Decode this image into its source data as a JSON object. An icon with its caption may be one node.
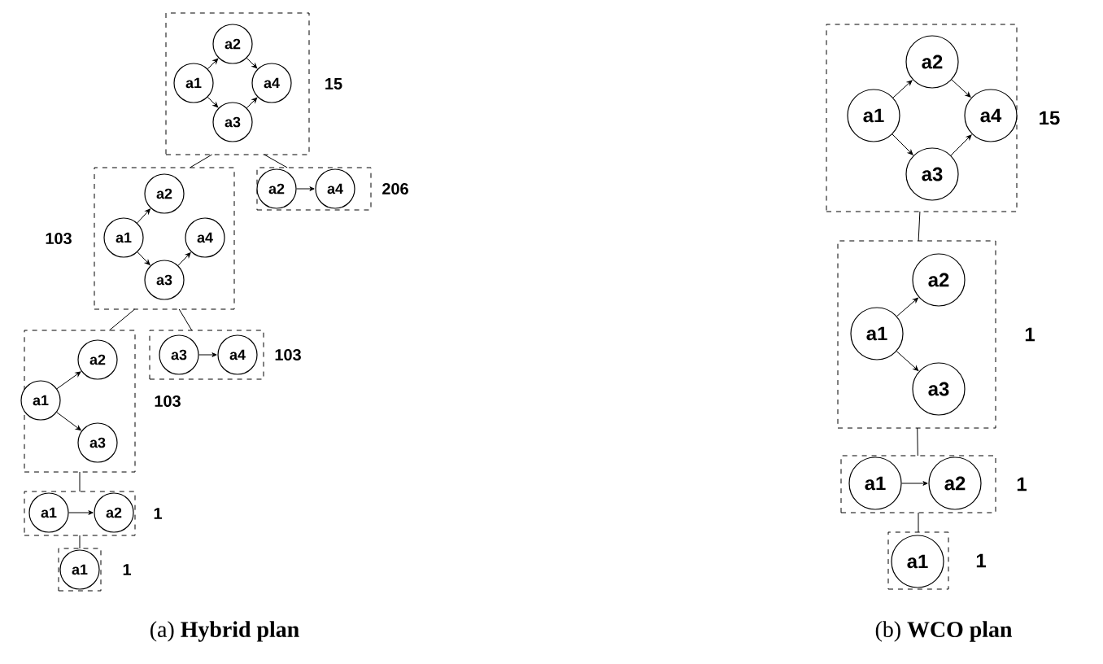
{
  "diagram": {
    "nodes": [
      {
        "text": [],
        "shape": "box",
        "beside": [
          "15"
        ]
      },
      {
        "text": [
          "a2"
        ],
        "in": 0
      },
      {
        "text": [
          "a1"
        ],
        "in": 0
      },
      {
        "text": [
          "a4"
        ],
        "in": 0
      },
      {
        "text": [
          "a3"
        ],
        "in": 0
      },
      {
        "text": [],
        "shape": "box",
        "beside": [
          "206"
        ]
      },
      {
        "text": [
          "a2"
        ],
        "in": 5
      },
      {
        "text": [
          "a4"
        ],
        "in": 5
      },
      {
        "text": [],
        "shape": "box",
        "beside": [
          "103"
        ]
      },
      {
        "text": [
          "a2"
        ],
        "in": 8
      },
      {
        "text": [
          "a1"
        ],
        "in": 8
      },
      {
        "text": [
          "a4"
        ],
        "in": 8
      },
      {
        "text": [
          "a3"
        ],
        "in": 8
      },
      {
        "text": [],
        "shape": "box",
        "beside": [
          "103"
        ]
      },
      {
        "text": [
          "a3"
        ],
        "in": 13
      },
      {
        "text": [
          "a4"
        ],
        "in": 13
      },
      {
        "text": [],
        "shape": "box",
        "beside": [
          "103"
        ]
      },
      {
        "text": [
          "a2"
        ],
        "in": 16
      },
      {
        "text": [
          "a1"
        ],
        "in": 16
      },
      {
        "text": [
          "a3"
        ],
        "in": 16
      },
      {
        "text": [],
        "shape": "box",
        "beside": [
          "1"
        ]
      },
      {
        "text": [
          "a1"
        ],
        "in": 20
      },
      {
        "text": [
          "a2"
        ],
        "in": 20
      },
      {
        "text": [],
        "shape": "box",
        "beside": [
          "1"
        ]
      },
      {
        "text": [
          "a1"
        ],
        "in": 23
      },
      {
        "text": [],
        "shape": "box",
        "beside": [
          "15"
        ]
      },
      {
        "text": [
          "a2"
        ],
        "in": 25
      },
      {
        "text": [
          "a1"
        ],
        "in": 25
      },
      {
        "text": [
          "a4"
        ],
        "in": 25
      },
      {
        "text": [
          "a3"
        ],
        "in": 25
      },
      {
        "text": [],
        "shape": "box",
        "beside": [
          "1"
        ]
      },
      {
        "text": [
          "a2"
        ],
        "in": 30
      },
      {
        "text": [
          "a1"
        ],
        "in": 30
      },
      {
        "text": [
          "a3"
        ],
        "in": 30
      },
      {
        "text": [],
        "shape": "box",
        "beside": [
          "1"
        ]
      },
      {
        "text": [
          "a1"
        ],
        "in": 34
      },
      {
        "text": [
          "a2"
        ],
        "in": 34
      },
      {
        "text": [],
        "shape": "box",
        "beside": [
          "1"
        ]
      },
      {
        "text": [
          "a1"
        ],
        "in": 37
      }
    ],
    "edges": [
      {
        "from": 2,
        "to": 1,
        "arrow": "to"
      },
      {
        "from": 2,
        "to": 4,
        "arrow": "to"
      },
      {
        "from": 1,
        "to": 3,
        "arrow": "to"
      },
      {
        "from": 4,
        "to": 3,
        "arrow": "to"
      },
      {
        "from": 6,
        "to": 7,
        "arrow": "to"
      },
      {
        "from": 10,
        "to": 9,
        "arrow": "to"
      },
      {
        "from": 10,
        "to": 12,
        "arrow": "to"
      },
      {
        "from": 12,
        "to": 11,
        "arrow": "to"
      },
      {
        "from": 14,
        "to": 15,
        "arrow": "to"
      },
      {
        "from": 18,
        "to": 17,
        "arrow": "to"
      },
      {
        "from": 18,
        "to": 19,
        "arrow": "to"
      },
      {
        "from": 21,
        "to": 22,
        "arrow": "to"
      },
      {
        "from": 27,
        "to": 26,
        "arrow": "to"
      },
      {
        "from": 27,
        "to": 29,
        "arrow": "to"
      },
      {
        "from": 26,
        "to": 28,
        "arrow": "to"
      },
      {
        "from": 29,
        "to": 28,
        "arrow": "to"
      },
      {
        "from": 32,
        "to": 31,
        "arrow": "to"
      },
      {
        "from": 32,
        "to": 33,
        "arrow": "to"
      },
      {
        "from": 35,
        "to": 36,
        "arrow": "to"
      },
      {
        "from": 0,
        "to": 8,
        "arrow": "none"
      },
      {
        "from": 0,
        "to": 5,
        "arrow": "none"
      },
      {
        "from": 8,
        "to": 16,
        "arrow": "none"
      },
      {
        "from": 8,
        "to": 13,
        "arrow": "none"
      },
      {
        "from": 16,
        "to": 20,
        "arrow": "none"
      },
      {
        "from": 20,
        "to": 23,
        "arrow": "none"
      },
      {
        "from": 25,
        "to": 30,
        "arrow": "none"
      },
      {
        "from": 30,
        "to": 34,
        "arrow": "none"
      },
      {
        "from": 34,
        "to": 37,
        "arrow": "none"
      }
    ],
    "labels": [
      "(a) **Hybrid plan**",
      "(b) **WCO plan**"
    ]
  }
}
